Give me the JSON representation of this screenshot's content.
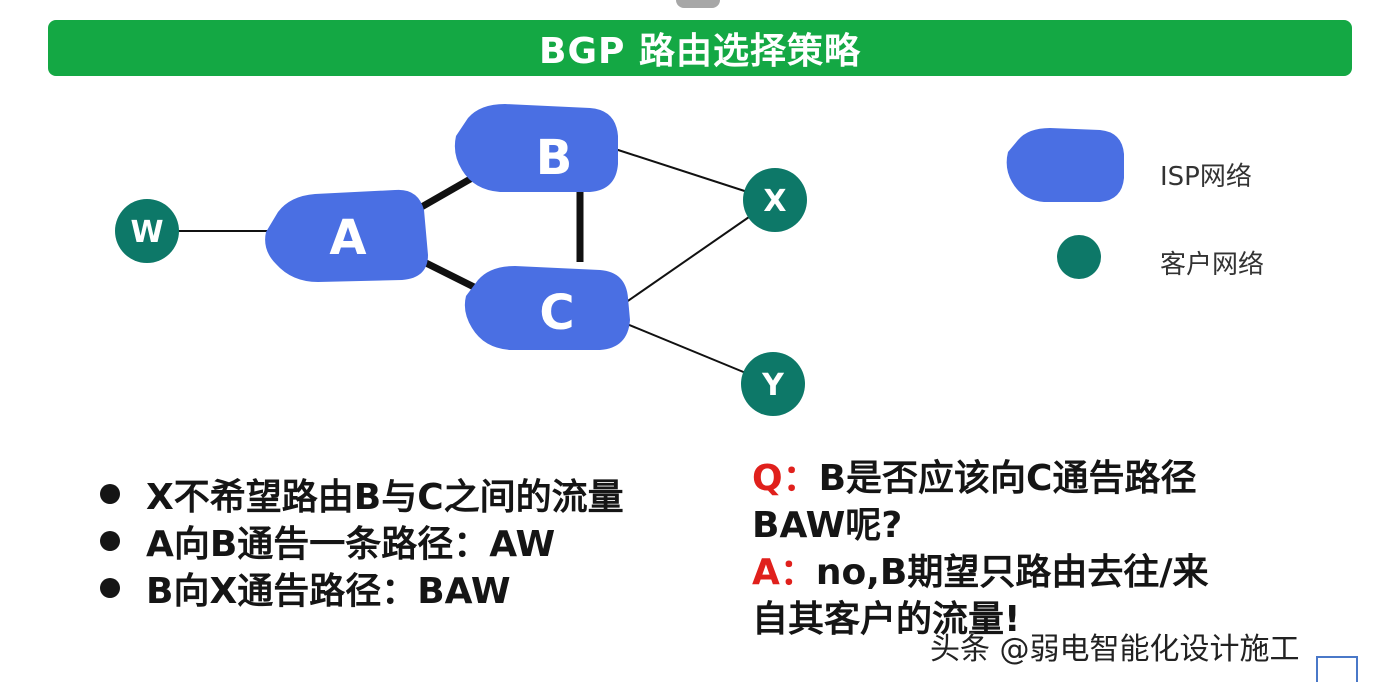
{
  "title": "BGP 路由选择策略",
  "diagram": {
    "nodes": {
      "A": "A",
      "B": "B",
      "C": "C",
      "W": "W",
      "X": "X",
      "Y": "Y"
    },
    "colors": {
      "isp": "#4a6fe3",
      "customer": "#0d7868",
      "title_bar": "#14a844",
      "answer_prefix": "#e0201c"
    }
  },
  "legend": {
    "isp_label": "ISP网络",
    "customer_label": "客户网络"
  },
  "bullets": [
    "X不希望路由B与C之间的流量",
    "A向B通告一条路径：AW",
    "B向X通告路径：BAW"
  ],
  "qa": {
    "q_prefix": "Q：",
    "q_line1": "B是否应该向C通告路径",
    "q_line2": "BAW呢?",
    "a_prefix": "A：",
    "a_line1": "no,B期望只路由去往/来",
    "a_line2": "自其客户的流量!"
  },
  "watermark": "头条 @弱电智能化设计施工"
}
